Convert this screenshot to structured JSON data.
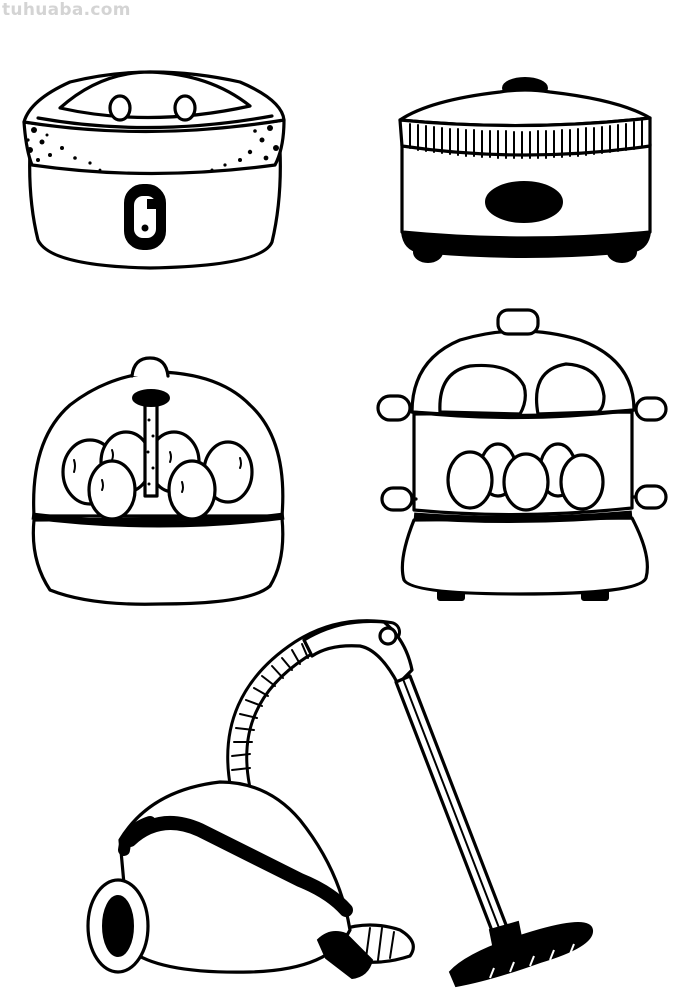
{
  "watermark": {
    "text": "tuhuaba.com",
    "color": "#d4d4d4"
  },
  "page": {
    "background": "#ffffff",
    "line_color": "#000000"
  },
  "illustrations": [
    {
      "id": "rice-cooker",
      "label": "rice cooker with oval lid and two knobs"
    },
    {
      "id": "slow-cooker",
      "label": "slow cooker with ribbed rim and black feet"
    },
    {
      "id": "egg-cooker",
      "label": "dome egg cooker with six eggs"
    },
    {
      "id": "food-steamer",
      "label": "two-tier steamer with buns and eggs"
    },
    {
      "id": "vacuum-cleaner",
      "label": "canister vacuum cleaner with hose and floor brush"
    }
  ]
}
